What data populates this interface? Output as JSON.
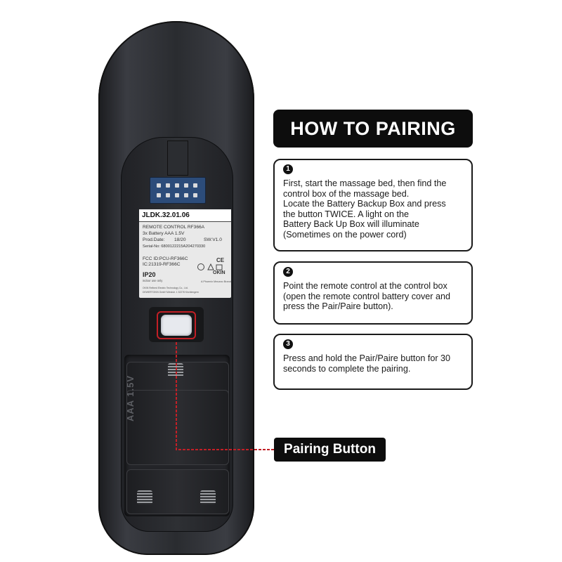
{
  "title": "HOW TO PAIRING",
  "steps": [
    {
      "number": "1",
      "lines": [
        "First, start the massage bed, then find the",
        "control box of the massage bed.",
        "Locate the Battery Backup Box and press",
        "the button TWICE. A light on the",
        "Battery Back Up Box will illuminate",
        "(Sometimes on the power cord)"
      ]
    },
    {
      "number": "2",
      "lines": [
        "Point the remote control at the control box",
        "(open the remote control battery cover and",
        "press the Pair/Paire button)."
      ]
    },
    {
      "number": "3",
      "lines": [
        "Press and hold the Pair/Paire button for 30",
        "seconds to complete the pairing."
      ]
    }
  ],
  "callout": "Pairing Button",
  "label": {
    "model": "JLDK.32.01.06",
    "product": "REMOTE CONTROL RF366A",
    "battery": "3x Battery AAA 1.5V",
    "prod_date_label": "Prod.Date:",
    "prod_date": "18/20",
    "sw": "SW:V1.0",
    "serial": "Serial-No: 6800122215A204270330",
    "fcc": "FCC ID:PCU-RF366C",
    "ic": "IC:21319-RF366C",
    "ce": "CE",
    "ip": "IP20",
    "indoor": "indoor use only",
    "brand": "OKIN",
    "brand_sub": "A Phoenix Mecano Brand",
    "fine_print": "OKIN Refined Electric Technology Co., Ltd.",
    "fine_print_2": "DEWERTOKIN GmbH Weststr. 1  32278 Kirchlengern"
  },
  "battery_marking": "AAA 1.5V",
  "colors": {
    "accent_red": "#c21f26",
    "dark": "#0d0d0d",
    "body": "#2a2c30"
  }
}
